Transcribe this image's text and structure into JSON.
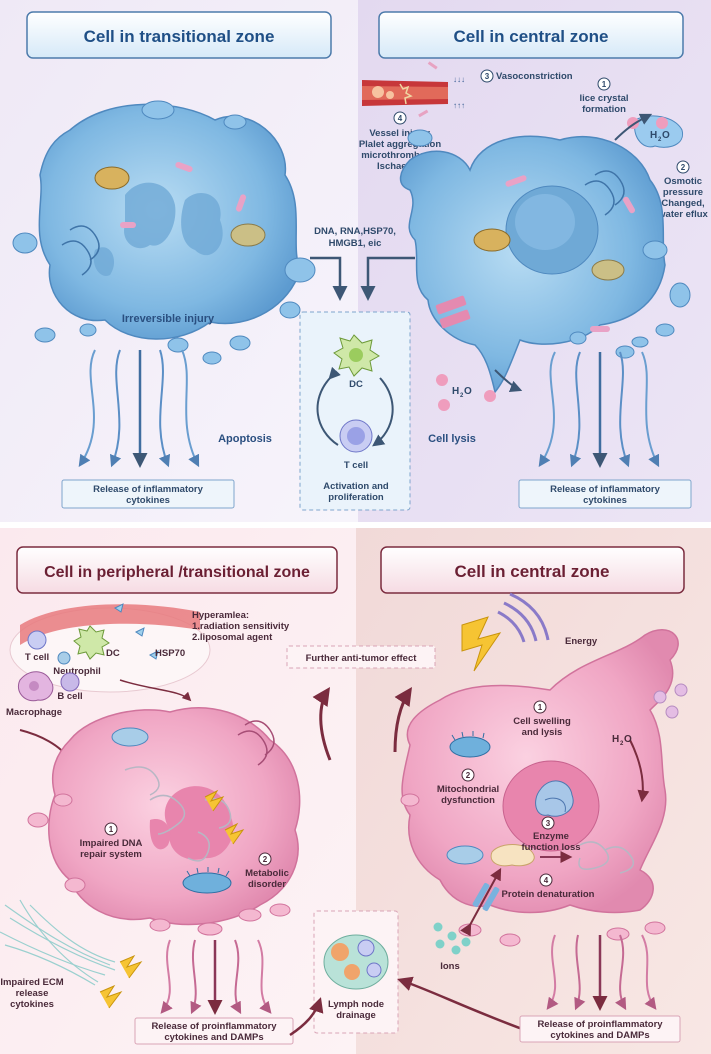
{
  "top": {
    "left_title": "Cell in transitional zone",
    "right_title": "Cell in central zone",
    "irreversible": "Irreversible injury",
    "apoptosis": "Apoptosis",
    "cell_lysis": "Cell lysis",
    "release_left": [
      "Release of inflammatory",
      "cytokines"
    ],
    "release_right": [
      "Release of inflammatory",
      "cytokines"
    ],
    "damps_signal": [
      "DNA, RNA,HSP70,",
      "HMGB1, eic"
    ],
    "dc": "DC",
    "tcell": "T cell",
    "activation": [
      "Activation and",
      "proliferation"
    ],
    "step1_num": "1",
    "step1": [
      "lice crystal",
      "formation"
    ],
    "step2_num": "2",
    "step2": [
      "Osmotic",
      "pressure",
      "Changed,",
      "water eflux"
    ],
    "step3_num": "3",
    "step3": "Vasoconstriction",
    "step4_num": "4",
    "step4": [
      "Vessel injury:",
      "Plalet aggregation",
      "microthrombosis",
      "Ischaemia"
    ],
    "h2o": "H",
    "h2o_sub": "2",
    "h2o_o": "O"
  },
  "bottom": {
    "left_title": "Cell in peripheral /transitional zone",
    "right_title": "Cell in central zone",
    "hyperthermia": [
      "Hyperamlea:",
      "1.radiation sensitivity",
      "2.liposomal agent"
    ],
    "tcell": "T cell",
    "neutrophil": "Neutrophil",
    "dc": "DC",
    "hsp70": "HSP70",
    "bcell": "B cell",
    "macrophage": "Macrophage",
    "further": "Further anti-tumor effect",
    "energy": "Energy",
    "l1_num": "1",
    "l1": [
      "Impaired DNA",
      "repair system"
    ],
    "l2_num": "2",
    "l2": [
      "Metabolic",
      "disorder"
    ],
    "r1_num": "1",
    "r1": [
      "Cell swelling",
      "and lysis"
    ],
    "r2_num": "2",
    "r2": [
      "Mitochondrial",
      "dysfunction"
    ],
    "r3_num": "3",
    "r3": [
      "Enzyme",
      "function loss"
    ],
    "r4_num": "4",
    "r4": "Protein denaturation",
    "h2o": "H",
    "h2o_sub": "2",
    "h2o_o": "O",
    "ions": "Ions",
    "ecm": [
      "Impaired ECM",
      "release",
      "cytokines"
    ],
    "lymph": [
      "Lymph node",
      "drainage"
    ],
    "release_left": [
      "Release of proinflammatory",
      "cytokines and DAMPs"
    ],
    "release_right": [
      "Release of proinflammatory",
      "cytokines and DAMPs"
    ]
  }
}
